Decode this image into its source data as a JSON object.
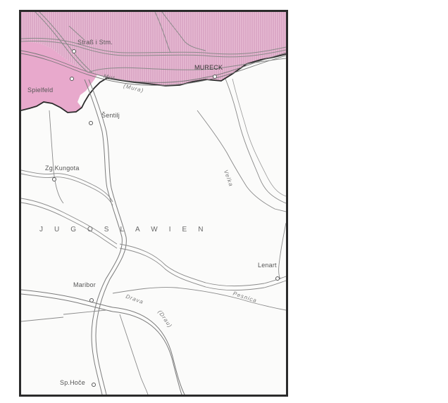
{
  "map": {
    "places": {
      "strass": "Straß i Stm.",
      "spielfeld": "Spielfeld",
      "mureck": "MURECK",
      "sentilj": "Šentilj",
      "kungota": "Zg.Kungota",
      "maribor": "Maribor",
      "lenart": "Lenart",
      "hoce": "Sp.Hoče"
    },
    "country": "JUGOSLAWIEN",
    "rivers": {
      "mur": "Mur",
      "mura": "(Mura)",
      "velka": "Velka",
      "pesnica": "Pesnica",
      "drava": "Drava",
      "drau": "(Drau)"
    },
    "colors": {
      "territory": "#e8b8d2",
      "hatch": "#c88ab0",
      "border": "#2b2b2b",
      "road": "#8a8a8a"
    }
  }
}
